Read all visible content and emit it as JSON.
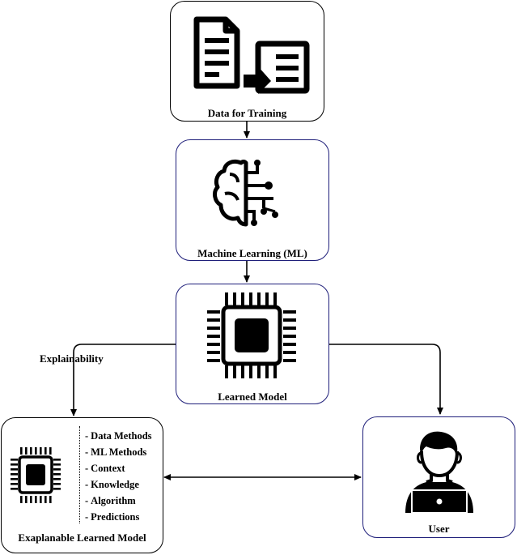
{
  "nodes": {
    "data_training": {
      "label": "Data for Training",
      "icon": "document-transfer-icon"
    },
    "ml": {
      "label": "Machine Learning (ML)",
      "icon": "brain-circuit-icon"
    },
    "learned_model": {
      "label": "Learned Model",
      "icon": "chip-icon"
    },
    "explainable_model": {
      "label": "Exaplanable Learned Model",
      "icon": "chip-icon",
      "items": [
        "Data Methods",
        "ML Methods",
        "Context",
        "Knowledge",
        "Algorithm",
        "Predictions"
      ]
    },
    "user": {
      "label": "User",
      "icon": "user-laptop-icon"
    }
  },
  "edges": {
    "explainability_label": "Explainability"
  },
  "colors": {
    "border_dark": "#000000",
    "border_blue": "#1f1f7a"
  }
}
